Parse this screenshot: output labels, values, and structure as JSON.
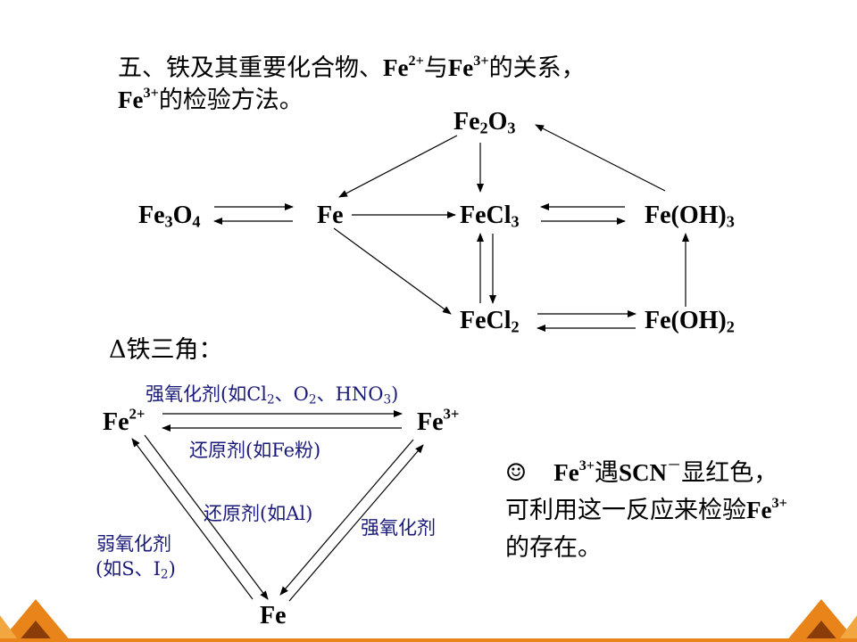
{
  "title": {
    "line1_prefix": "五、铁及其重要化合物、",
    "fe": "Fe",
    "fe2_charge": "2+",
    "yu": "与",
    "fe3_charge": "3+",
    "line1_suffix": "的关系，",
    "line2_suffix": "的检验方法。"
  },
  "cycle": {
    "fe2o3_base": "Fe",
    "fe2o3_sub1": "2",
    "fe2o3_mid": "O",
    "fe2o3_sub2": "3",
    "fe3o4_base": "Fe",
    "fe3o4_sub1": "3",
    "fe3o4_mid": "O",
    "fe3o4_sub2": "4",
    "fe": "Fe",
    "fecl3_base": "FeCl",
    "fecl3_sub": "3",
    "feoh3_base": "Fe(OH)",
    "feoh3_sub": "3",
    "fecl2_base": "FeCl",
    "fecl2_sub": "2",
    "feoh2_base": "Fe(OH)",
    "feoh2_sub": "2"
  },
  "triangle": {
    "heading": "Δ铁三角：",
    "fe2_base": "Fe",
    "fe2_charge": "2+",
    "fe3_base": "Fe",
    "fe3_charge": "3+",
    "fe_bottom": "Fe",
    "top_label_prefix": "强氧化剂(如Cl",
    "top_label_sub1": "2",
    "top_label_mid1": "、O",
    "top_label_sub2": "2",
    "top_label_mid2": "、HNO",
    "top_label_sub3": "3",
    "top_label_suffix": ")",
    "reducer_label": "还原剂(如Fe粉)",
    "reducer_al_label": "还原剂(如Al)",
    "strong_oxidizer_label": "强氧化剂",
    "weak_oxidizer_line1": "弱氧化剂",
    "weak_oxidizer_line2_prefix": "(如S、I",
    "weak_oxidizer_line2_sub": "2",
    "weak_oxidizer_line2_suffix": ")"
  },
  "note": {
    "smiley": "☺",
    "fe": "Fe",
    "charge": "3+",
    "meet": "遇",
    "scn": "SCN",
    "scn_charge": "－",
    "line1_suffix": "显红色，",
    "line2_prefix": "可利用这一反应来检验",
    "line3": "的存在。"
  },
  "colors": {
    "text": "#000000",
    "blue_text": "#1a1a7a",
    "deco_orange": "#e8841a",
    "deco_dark": "#8a3c0a"
  }
}
